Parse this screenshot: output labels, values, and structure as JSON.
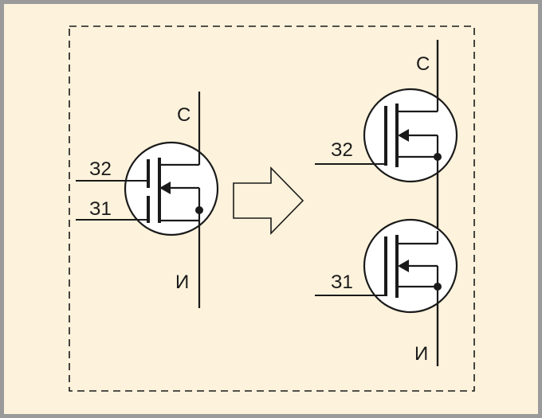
{
  "colors": {
    "background": "#fdf2db",
    "border": "#9a9a9a",
    "ink": "#1a1a1a",
    "transistor_fill": "#ffffff"
  },
  "left_transistor": {
    "drain_label": "С",
    "source_label": "И",
    "gate2_label": "З2",
    "gate1_label": "З1"
  },
  "right_upper_transistor": {
    "drain_label": "С",
    "gate_label": "З2"
  },
  "right_lower_transistor": {
    "gate_label": "З1",
    "source_label": "И"
  },
  "arrow": {
    "direction": "right"
  }
}
